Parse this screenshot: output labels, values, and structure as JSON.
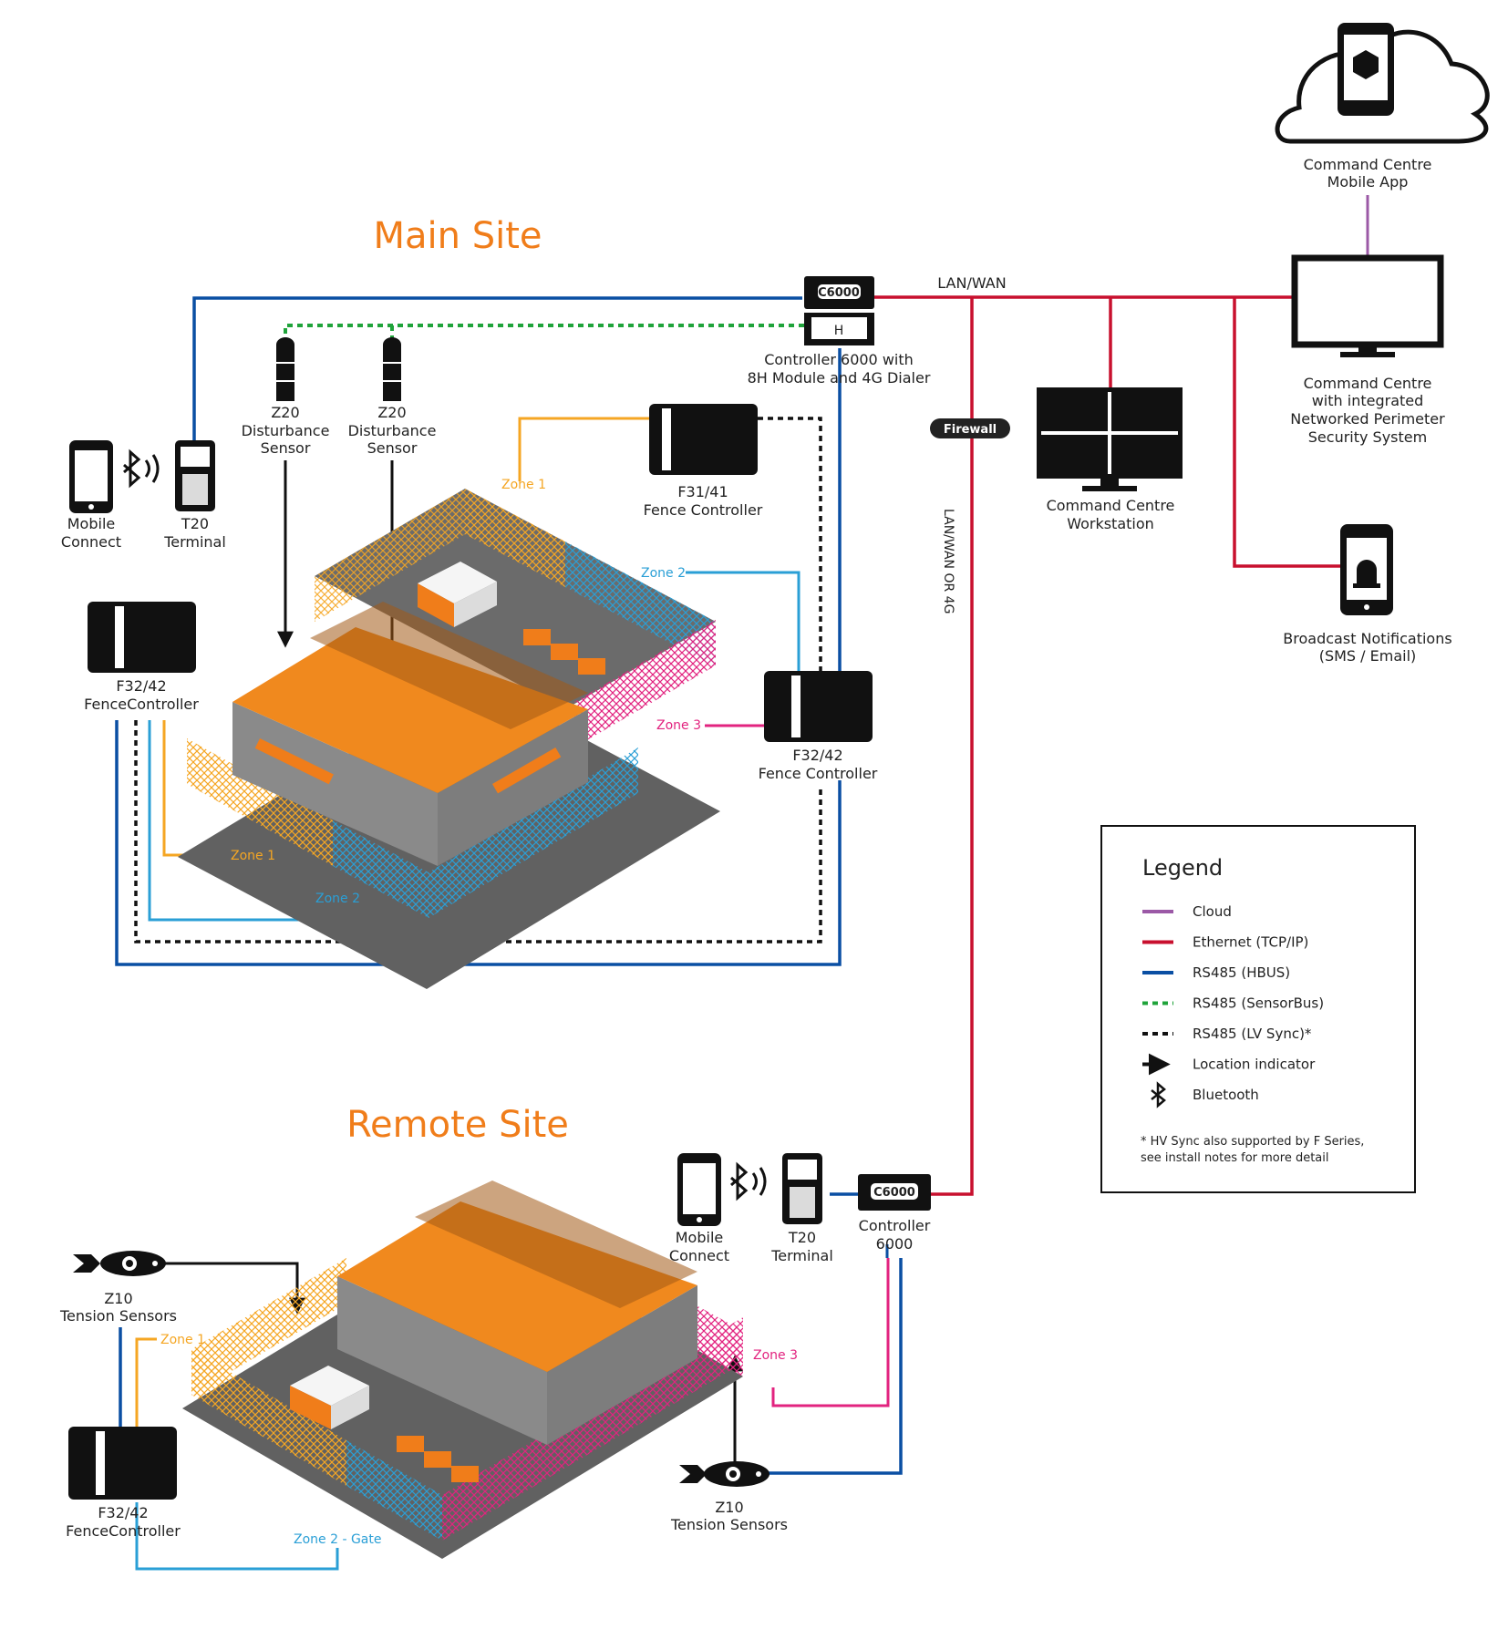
{
  "colors": {
    "cloud": "#9b59a6",
    "ethernet": "#c8102e",
    "hbus": "#0a4fa3",
    "sensorbus": "#1fa33a",
    "lvsync": "#111111",
    "zone1": "#f5a623",
    "zone2": "#2a9fd6",
    "zone3": "#e2237f",
    "orange": "#f07d1a"
  },
  "titles": {
    "main_site": "Main Site",
    "remote_site": "Remote Site"
  },
  "lines": {
    "lan_wan": "LAN/WAN",
    "lan_wan_4g": "LAN/WAN OR 4G",
    "firewall": "Firewall"
  },
  "devices": {
    "cc_mobile_app": [
      "Command Centre",
      "Mobile App"
    ],
    "cc_integrated": [
      "Command Centre",
      "with integrated",
      "Networked Perimeter",
      "Security System"
    ],
    "cc_workstation": [
      "Command Centre",
      "Workstation"
    ],
    "broadcast": [
      "Broadcast Notifications",
      "(SMS / Email)"
    ],
    "controller_main": [
      "Controller 6000 with",
      "8H Module and 4G Dialer"
    ],
    "c6000_badge": "C6000",
    "module_h": "H",
    "z20_a": [
      "Z20",
      "Disturbance",
      "Sensor"
    ],
    "z20_b": [
      "Z20",
      "Disturbance",
      "Sensor"
    ],
    "mobile_main": [
      "Mobile",
      "Connect"
    ],
    "t20_main": [
      "T20",
      "Terminal"
    ],
    "f31": [
      "F31/41",
      "Fence Controller"
    ],
    "f32_left": [
      "F32/42",
      "FenceController"
    ],
    "f32_right": [
      "F32/42",
      "Fence Controller"
    ],
    "mobile_remote": [
      "Mobile",
      "Connect"
    ],
    "t20_remote": [
      "T20",
      "Terminal"
    ],
    "controller_remote": [
      "Controller",
      "6000"
    ],
    "z10_left": [
      "Z10",
      "Tension Sensors"
    ],
    "z10_right": [
      "Z10",
      "Tension Sensors"
    ],
    "f32_remote": [
      "F32/42",
      "FenceController"
    ]
  },
  "zones": {
    "main_f31_z1": "Zone 1",
    "main_f31_z2": "Zone 2",
    "main_f31_z3": "Zone 3",
    "main_left_z1": "Zone 1",
    "main_left_z2": "Zone 2",
    "remote_z1": "Zone 1",
    "remote_z2": "Zone 2 - Gate",
    "remote_z3": "Zone 3"
  },
  "legend": {
    "title": "Legend",
    "items": [
      {
        "label": "Cloud",
        "kind": "solid",
        "color": "#9b59a6"
      },
      {
        "label": "Ethernet (TCP/IP)",
        "kind": "solid",
        "color": "#c8102e"
      },
      {
        "label": "RS485 (HBUS)",
        "kind": "solid",
        "color": "#0a4fa3"
      },
      {
        "label": "RS485 (SensorBus)",
        "kind": "dotted",
        "color": "#1fa33a"
      },
      {
        "label": "RS485 (LV Sync)*",
        "kind": "dotted",
        "color": "#111111"
      },
      {
        "label": "Location indicator",
        "kind": "arrow",
        "color": "#111111"
      },
      {
        "label": "Bluetooth",
        "kind": "bluetooth",
        "color": "#111111"
      }
    ],
    "note": [
      "* HV Sync also supported by F Series,",
      "see install notes for more detail"
    ]
  }
}
